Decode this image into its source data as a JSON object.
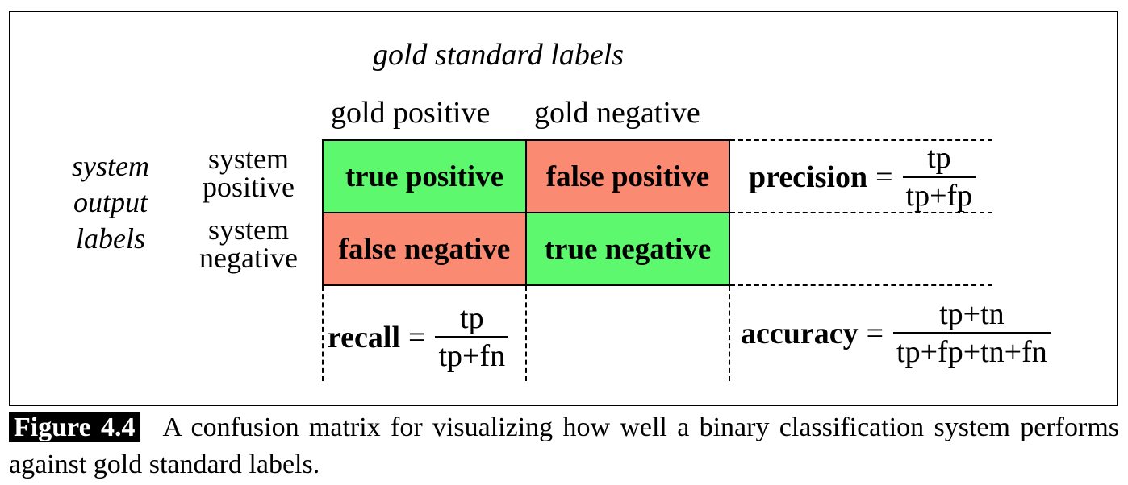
{
  "diagram": {
    "column_title": "gold standard labels",
    "column_headers": [
      "gold positive",
      "gold negative"
    ],
    "row_title": [
      "system",
      "output",
      "labels"
    ],
    "row_headers": [
      [
        "system",
        "positive"
      ],
      [
        "system",
        "negative"
      ]
    ],
    "cells": {
      "tp": "true positive",
      "fp": "false positive",
      "fn": "false negative",
      "tn": "true negative"
    },
    "colors": {
      "correct": "#5ef86e",
      "incorrect": "#fb8a73"
    },
    "precision": {
      "label": "precision",
      "eq": "=",
      "numerator": "tp",
      "denominator": "tp+fp"
    },
    "recall": {
      "label": "recall",
      "eq": "=",
      "numerator": "tp",
      "denominator": "tp+fn"
    },
    "accuracy": {
      "label": "accuracy",
      "eq": "=",
      "numerator": "tp+tn",
      "denominator": "tp+fp+tn+fn"
    }
  },
  "caption": {
    "label": "Figure 4.4",
    "text": "A confusion matrix for visualizing how well a binary classification system performs against gold standard labels."
  }
}
